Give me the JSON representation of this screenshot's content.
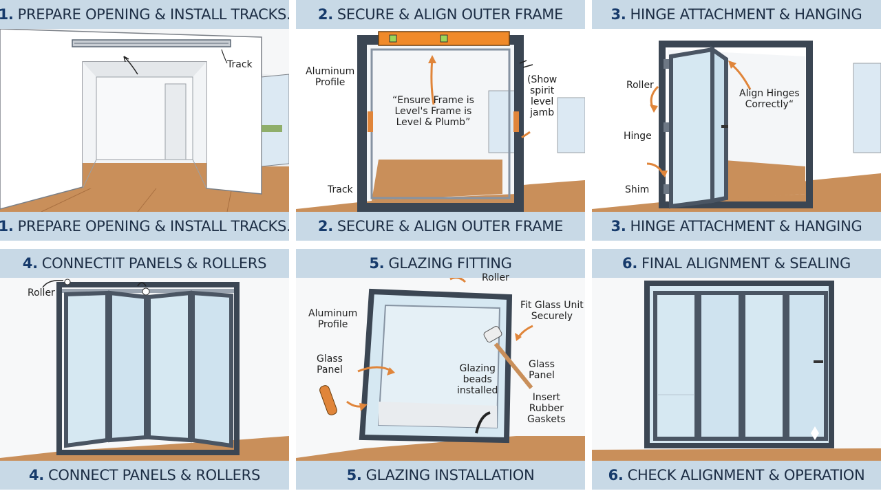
{
  "steps": [
    {
      "top_number": "1.",
      "top_title": "PREPARE OPENING & INSTALL TRACKS.",
      "bottom_number": "1.",
      "bottom_title": "PREPARE OPENING & INSTALL TRACKS.",
      "labels": {
        "track": "Track"
      }
    },
    {
      "top_number": "2.",
      "top_title": "SECURE & ALIGN OUTER FRAME",
      "bottom_number": "2.",
      "bottom_title": "SECURE & ALIGN OUTER FRAME",
      "labels": {
        "aluminum_profile": "Aluminum\nProfile",
        "ensure_level": "“Ensure Frame is\nLevel's Frame is\nLevel & Plumb”",
        "show_spirit": "(Show\nspirit\nlevel\njamb",
        "track": "Track"
      }
    },
    {
      "top_number": "3.",
      "top_title": "HINGE ATTACHMENT & HANGING",
      "bottom_number": "3.",
      "bottom_title": "HINGE ATTACHMENT & HANGING",
      "labels": {
        "roller": "Roller",
        "align_hinges": "Align Hinges\nCorrectly“",
        "hinge": "Hinge",
        "shim": "Shim"
      }
    },
    {
      "top_number": "4.",
      "top_title": "CONNECTIT PANELS & ROLLERS",
      "bottom_number": "4.",
      "bottom_title": "CONNECT PANELS & ROLLERS",
      "labels": {
        "roller": "Roller"
      }
    },
    {
      "top_number": "5.",
      "top_title": "GLAZING FITTING",
      "bottom_number": "5.",
      "bottom_title": "GLAZING INSTALLATION",
      "labels": {
        "roller": "Roller",
        "aluminum_profile": "Aluminum\nProfile",
        "fit_glass": "Fit Glass Unit\nSecurely",
        "glass_panel_left": "Glass\nPanel",
        "glass_panel_right": "Glass\nPanel",
        "glazing_beads": "Glazing\nbeads\ninstalled",
        "insert_gaskets": "Insert\nRubber\nGaskets"
      }
    },
    {
      "top_number": "6.",
      "top_title": "FINAL ALIGNMENT & SEALING",
      "bottom_number": "6.",
      "bottom_title": "CHECK ALIGNMENT & OPERATION",
      "labels": {}
    }
  ],
  "colors": {
    "title_bar": "#c8d9e6",
    "frame": "#5a6674",
    "glass": "#d6e8f2",
    "floor": "#c98f5a",
    "arrow": "#e0853a"
  }
}
